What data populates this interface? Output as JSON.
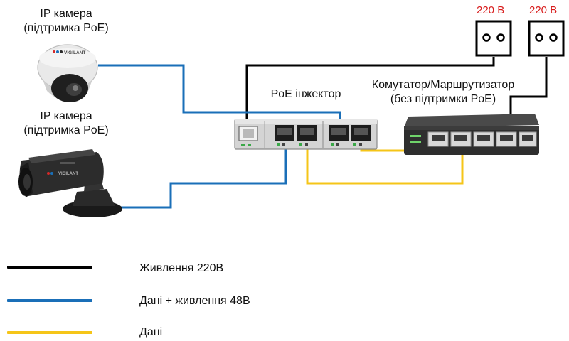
{
  "labels": {
    "camera_top": [
      "IP камера",
      "(підтримка PoE)"
    ],
    "camera_bottom": [
      "IP камера",
      "(підтримка PoE)"
    ],
    "injector": "PoE інжектор",
    "switch": [
      "Комутатор/Маршрутизатор",
      "(без підтримки PoE)"
    ],
    "outlet_left": "220 В",
    "outlet_right": "220 В",
    "camera_brand": "VIGILANT"
  },
  "legend": [
    {
      "label": "Живлення 220В",
      "color": "#000000"
    },
    {
      "label": "Дані + живлення 48В",
      "color": "#1a6fb8"
    },
    {
      "label": "Дані",
      "color": "#f5c518"
    }
  ],
  "colors": {
    "power": "#000000",
    "data_power": "#1a6fb8",
    "data": "#f5c518",
    "outlet_text": "#d81c1c"
  }
}
